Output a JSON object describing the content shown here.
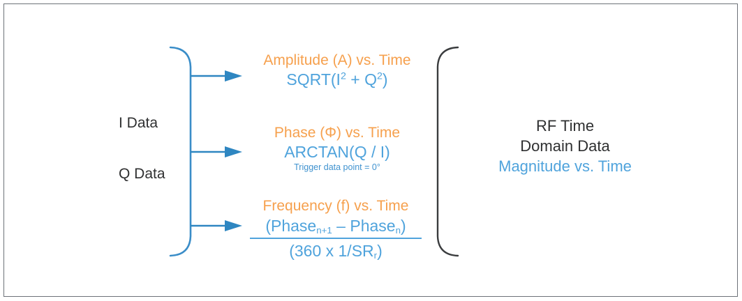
{
  "diagram": {
    "inputs": {
      "i_label": "I Data",
      "q_label": "Q Data"
    },
    "branches": [
      {
        "title": "Amplitude (A) vs. Time",
        "formula_prefix": "SQRT(I",
        "formula_sup1": "2",
        "formula_mid": " + Q",
        "formula_sup2": "2",
        "formula_suffix": ")",
        "note": ""
      },
      {
        "title": "Phase (Φ) vs. Time",
        "formula": "ARCTAN(Q / I)",
        "note": "Trigger data point = 0°"
      },
      {
        "title": "Frequency (f) vs. Time",
        "numerator_a": "(Phase",
        "numerator_sub_a": "n+1",
        "numerator_mid": " – Phase",
        "numerator_sub_b": "n",
        "numerator_end": ")",
        "denominator_a": "(360 x 1/SR",
        "denominator_sub": "r",
        "denominator_end": ")"
      }
    ],
    "output": {
      "line1": "RF Time",
      "line2": "Domain Data",
      "line3": "Magnitude vs. Time"
    },
    "colors": {
      "title_orange": "#F6A04D",
      "formula_blue": "#4FA3DC",
      "arrow_blue": "#2E86C1",
      "bracket_left_blue": "#3A8DC8",
      "bracket_right_dark": "#3A3C3E",
      "text_dark": "#2F3031",
      "frame_gray": "#6D7278"
    }
  }
}
